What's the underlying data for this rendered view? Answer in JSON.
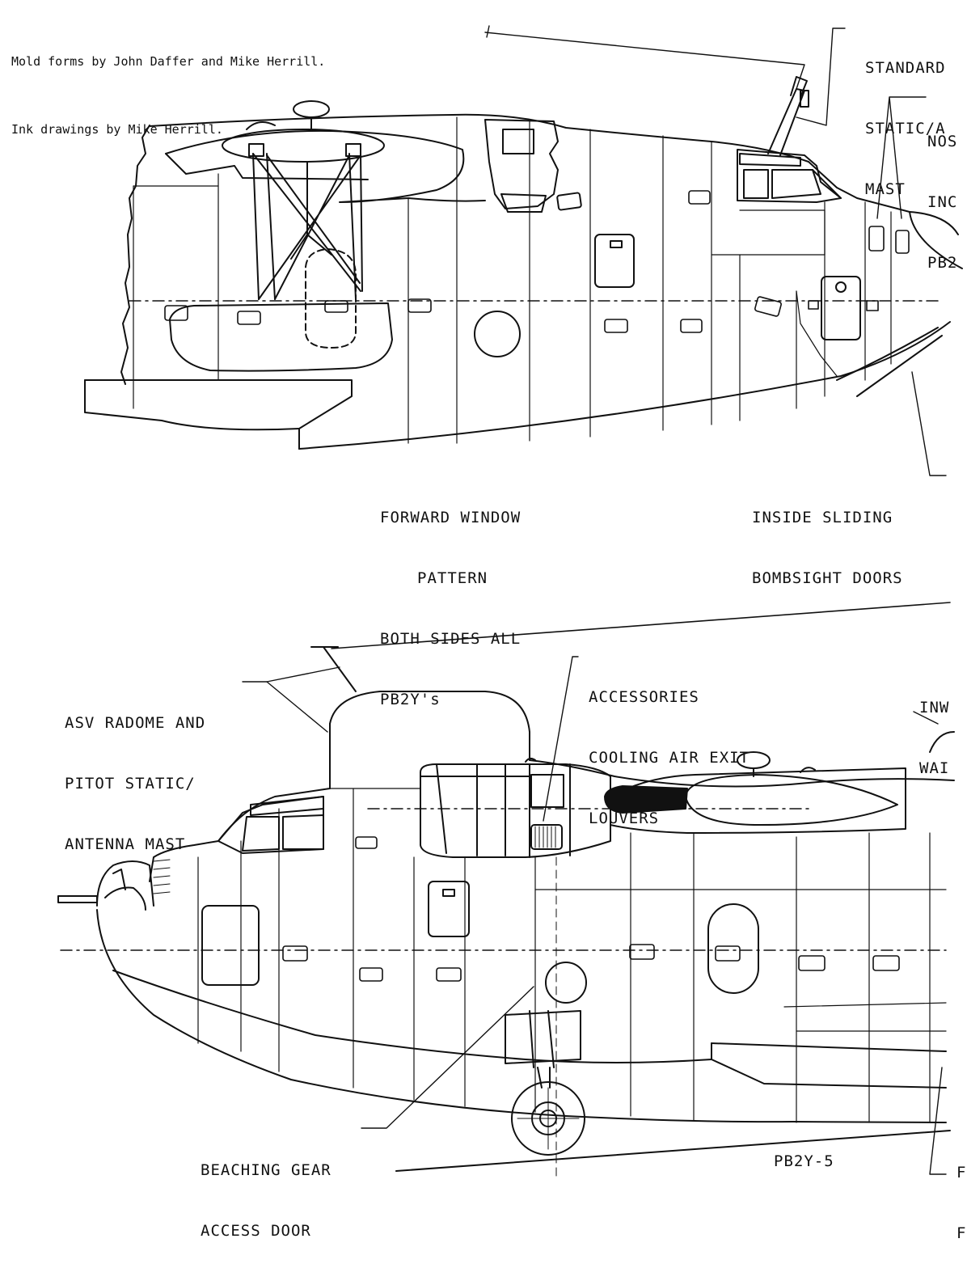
{
  "credits": {
    "line1": "Mold forms by John Daffer and Mike Herrill.",
    "line2": "Ink drawings by Mike Herrill."
  },
  "top_view": {
    "mast_label": [
      "STANDARD",
      "STATIC/A",
      "MAST"
    ],
    "nose_label": [
      "NOS",
      "INC",
      "PB2"
    ],
    "window_label": [
      "FORWARD WINDOW",
      "PATTERN",
      "BOTH SIDES ALL",
      "PB2Y's"
    ],
    "bombsight_label": [
      "INSIDE SLIDING",
      "BOMBSIGHT DOORS"
    ]
  },
  "bottom_view": {
    "radome_label": [
      "ASV RADOME AND",
      "PITOT STATIC/",
      "ANTENNA MAST"
    ],
    "louvers_label": [
      "ACCESSORIES",
      "COOLING AIR EXIT",
      "LOUVERS"
    ],
    "waist_label": [
      "INW",
      "WAI"
    ],
    "gear_label": [
      "BEACHING GEAR",
      "ACCESS DOOR"
    ],
    "model": "PB2Y-5",
    "edge_label": [
      "F",
      "F"
    ]
  }
}
